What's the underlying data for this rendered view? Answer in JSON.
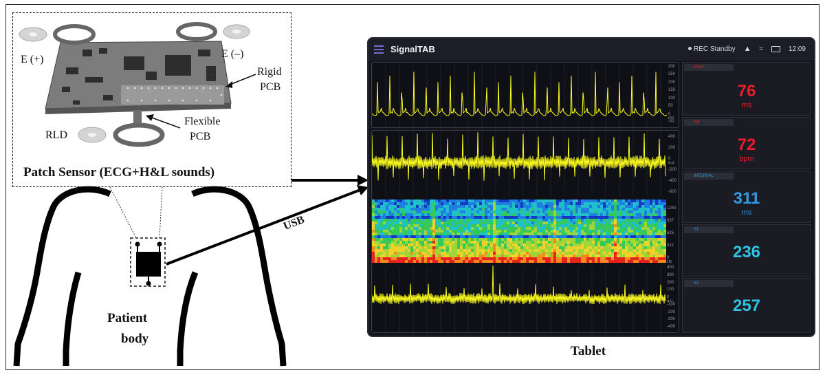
{
  "sensor": {
    "e_plus": "E (+)",
    "e_minus": "E (–)",
    "rigid_1": "Rigid",
    "rigid_2": "PCB",
    "flex_1": "Flexible",
    "flex_2": "PCB",
    "rld": "RLD",
    "title": "Patch Sensor (ECG+H&L sounds)"
  },
  "body": {
    "line1": "Patient",
    "line2": "body"
  },
  "usb_label": "USB",
  "tablet_label": "Tablet",
  "app": {
    "title": "SignalTAB",
    "status": "REC Standby",
    "time": "12:09"
  },
  "ticks": {
    "ecg": [
      "300",
      "250",
      "200",
      "150",
      "100",
      "50",
      "0 mV",
      "-50"
    ],
    "pcg": [
      "400",
      "200",
      "0 a.u.",
      "-200",
      "-400",
      "-600"
    ],
    "spec": [
      "1250",
      "937",
      "625",
      "312",
      "0 Hz"
    ],
    "low": [
      "400",
      "300",
      "200",
      "100",
      "0 a.u.",
      "-100",
      "-200",
      "-300",
      "-400"
    ]
  },
  "metrics": [
    {
      "tag": "EMAT",
      "value": "76",
      "unit": "ms",
      "color": "#ee1c2a"
    },
    {
      "tag": "HR",
      "value": "72",
      "unit": "bpm",
      "color": "#ee1c2a"
    },
    {
      "tag": "INTERVAL",
      "value": "311",
      "unit": "ms",
      "color": "#2e9be6"
    },
    {
      "tag": "S1",
      "value": "236",
      "unit": "",
      "color": "#2ec4e6"
    },
    {
      "tag": "S2",
      "value": "257",
      "unit": "",
      "color": "#2ec4e6"
    }
  ],
  "colors": {
    "trace": "#ffff1e",
    "tag_red": "#ee1c2a",
    "tag_blue": "#2e9be6"
  }
}
